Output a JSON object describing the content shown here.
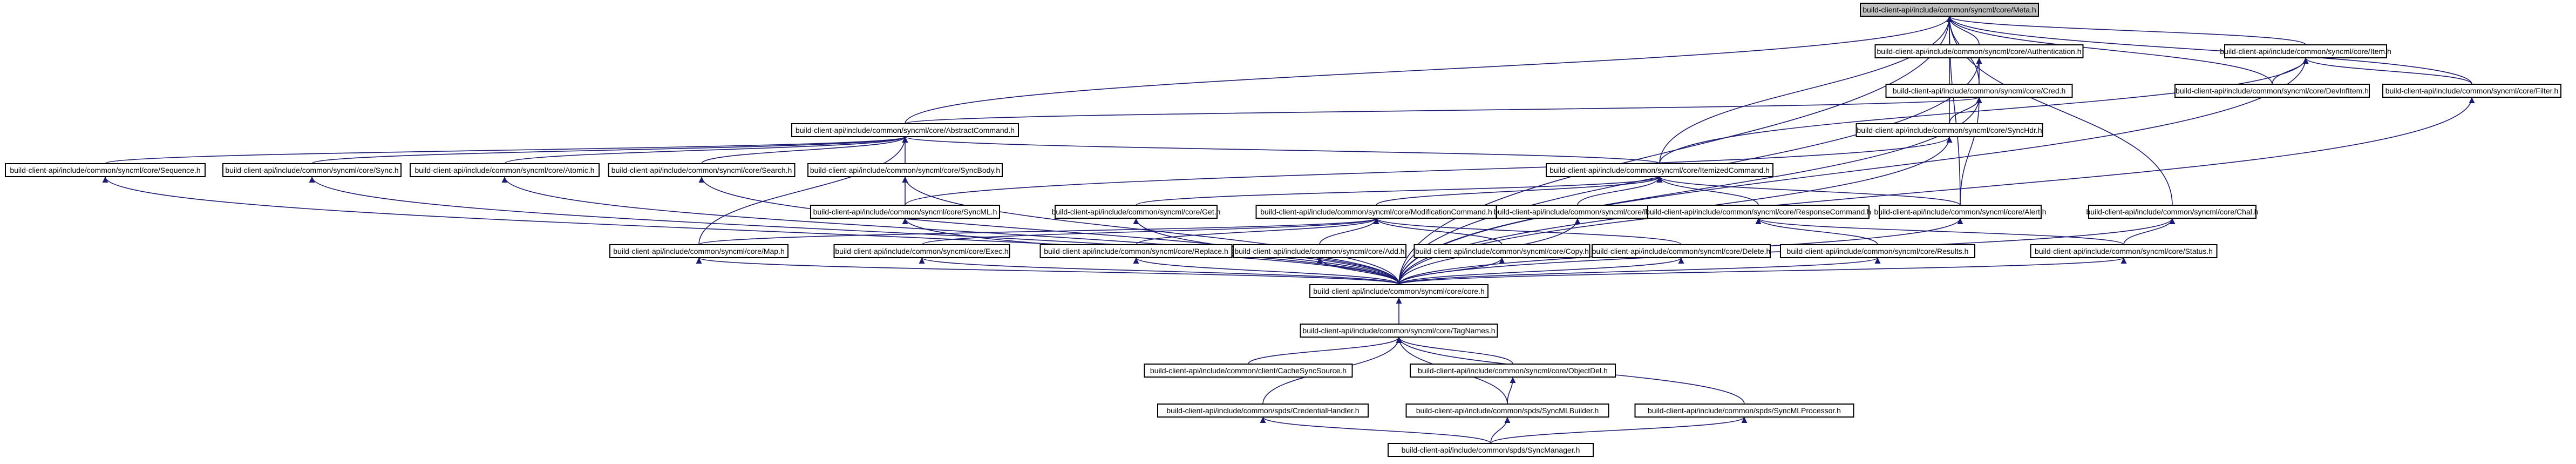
{
  "diagram": {
    "type": "include-dependency-graph",
    "root": "meta",
    "nodes": [
      {
        "id": "meta",
        "label": "build-client-api/include/common/syncml/core/Meta.h"
      },
      {
        "id": "auth",
        "label": "build-client-api/include/common/syncml/core/Authentication.h"
      },
      {
        "id": "item",
        "label": "build-client-api/include/common/syncml/core/Item.h"
      },
      {
        "id": "cred",
        "label": "build-client-api/include/common/syncml/core/Cred.h"
      },
      {
        "id": "devinfitem",
        "label": "build-client-api/include/common/syncml/core/DevInfItem.h"
      },
      {
        "id": "filter",
        "label": "build-client-api/include/common/syncml/core/Filter.h"
      },
      {
        "id": "abstractcmd",
        "label": "build-client-api/include/common/syncml/core/AbstractCommand.h"
      },
      {
        "id": "synchdr",
        "label": "build-client-api/include/common/syncml/core/SyncHdr.h"
      },
      {
        "id": "sequence",
        "label": "build-client-api/include/common/syncml/core/Sequence.h"
      },
      {
        "id": "sync",
        "label": "build-client-api/include/common/syncml/core/Sync.h"
      },
      {
        "id": "atomic",
        "label": "build-client-api/include/common/syncml/core/Atomic.h"
      },
      {
        "id": "search",
        "label": "build-client-api/include/common/syncml/core/Search.h"
      },
      {
        "id": "syncbody",
        "label": "build-client-api/include/common/syncml/core/SyncBody.h"
      },
      {
        "id": "itemizedcmd",
        "label": "build-client-api/include/common/syncml/core/ItemizedCommand.h"
      },
      {
        "id": "syncml",
        "label": "build-client-api/include/common/syncml/core/SyncML.h"
      },
      {
        "id": "get",
        "label": "build-client-api/include/common/syncml/core/Get.h"
      },
      {
        "id": "modcmd",
        "label": "build-client-api/include/common/syncml/core/ModificationCommand.h"
      },
      {
        "id": "put",
        "label": "build-client-api/include/common/syncml/core/Put.h"
      },
      {
        "id": "respcmd",
        "label": "build-client-api/include/common/syncml/core/ResponseCommand.h"
      },
      {
        "id": "alert",
        "label": "build-client-api/include/common/syncml/core/Alert.h"
      },
      {
        "id": "chal",
        "label": "build-client-api/include/common/syncml/core/Chal.h"
      },
      {
        "id": "map",
        "label": "build-client-api/include/common/syncml/core/Map.h"
      },
      {
        "id": "exec",
        "label": "build-client-api/include/common/syncml/core/Exec.h"
      },
      {
        "id": "replace",
        "label": "build-client-api/include/common/syncml/core/Replace.h"
      },
      {
        "id": "add",
        "label": "build-client-api/include/common/syncml/core/Add.h"
      },
      {
        "id": "copy",
        "label": "build-client-api/include/common/syncml/core/Copy.h"
      },
      {
        "id": "delete",
        "label": "build-client-api/include/common/syncml/core/Delete.h"
      },
      {
        "id": "results",
        "label": "build-client-api/include/common/syncml/core/Results.h"
      },
      {
        "id": "status",
        "label": "build-client-api/include/common/syncml/core/Status.h"
      },
      {
        "id": "core",
        "label": "build-client-api/include/common/syncml/core/core.h"
      },
      {
        "id": "tagnames",
        "label": "build-client-api/include/common/syncml/core/TagNames.h"
      },
      {
        "id": "cachesync",
        "label": "build-client-api/include/common/client/CacheSyncSource.h"
      },
      {
        "id": "objectdel",
        "label": "build-client-api/include/common/syncml/core/ObjectDel.h"
      },
      {
        "id": "credhandler",
        "label": "build-client-api/include/common/spds/CredentialHandler.h"
      },
      {
        "id": "smlbuilder",
        "label": "build-client-api/include/common/spds/SyncMLBuilder.h"
      },
      {
        "id": "smlprocessor",
        "label": "build-client-api/include/common/spds/SyncMLProcessor.h"
      },
      {
        "id": "syncmanager",
        "label": "build-client-api/include/common/spds/SyncManager.h"
      }
    ],
    "edges": [
      [
        "auth",
        "meta"
      ],
      [
        "item",
        "meta"
      ],
      [
        "cred",
        "meta"
      ],
      [
        "devinfitem",
        "meta"
      ],
      [
        "filter",
        "meta"
      ],
      [
        "abstractcmd",
        "meta"
      ],
      [
        "synchdr",
        "meta"
      ],
      [
        "itemizedcmd",
        "meta"
      ],
      [
        "alert",
        "meta"
      ],
      [
        "chal",
        "meta"
      ],
      [
        "core",
        "meta"
      ],
      [
        "cred",
        "auth"
      ],
      [
        "core",
        "auth"
      ],
      [
        "devinfitem",
        "item"
      ],
      [
        "filter",
        "item"
      ],
      [
        "itemizedcmd",
        "item"
      ],
      [
        "core",
        "item"
      ],
      [
        "abstractcmd",
        "cred"
      ],
      [
        "synchdr",
        "cred"
      ],
      [
        "alert",
        "cred"
      ],
      [
        "core",
        "cred"
      ],
      [
        "core",
        "filter"
      ],
      [
        "sequence",
        "abstractcmd"
      ],
      [
        "sync",
        "abstractcmd"
      ],
      [
        "atomic",
        "abstractcmd"
      ],
      [
        "search",
        "abstractcmd"
      ],
      [
        "syncbody",
        "abstractcmd"
      ],
      [
        "itemizedcmd",
        "abstractcmd"
      ],
      [
        "map",
        "abstractcmd"
      ],
      [
        "syncml",
        "synchdr"
      ],
      [
        "core",
        "synchdr"
      ],
      [
        "core",
        "sequence"
      ],
      [
        "core",
        "sync"
      ],
      [
        "core",
        "atomic"
      ],
      [
        "core",
        "search"
      ],
      [
        "syncml",
        "syncbody"
      ],
      [
        "core",
        "syncbody"
      ],
      [
        "get",
        "itemizedcmd"
      ],
      [
        "modcmd",
        "itemizedcmd"
      ],
      [
        "put",
        "itemizedcmd"
      ],
      [
        "respcmd",
        "itemizedcmd"
      ],
      [
        "alert",
        "itemizedcmd"
      ],
      [
        "core",
        "syncml"
      ],
      [
        "core",
        "get"
      ],
      [
        "exec",
        "modcmd"
      ],
      [
        "replace",
        "modcmd"
      ],
      [
        "add",
        "modcmd"
      ],
      [
        "copy",
        "modcmd"
      ],
      [
        "delete",
        "modcmd"
      ],
      [
        "map",
        "modcmd"
      ],
      [
        "core",
        "put"
      ],
      [
        "results",
        "respcmd"
      ],
      [
        "status",
        "respcmd"
      ],
      [
        "core",
        "alert"
      ],
      [
        "status",
        "chal"
      ],
      [
        "core",
        "chal"
      ],
      [
        "core",
        "map"
      ],
      [
        "core",
        "exec"
      ],
      [
        "core",
        "replace"
      ],
      [
        "core",
        "add"
      ],
      [
        "core",
        "copy"
      ],
      [
        "core",
        "delete"
      ],
      [
        "core",
        "results"
      ],
      [
        "core",
        "status"
      ],
      [
        "tagnames",
        "core"
      ],
      [
        "cachesync",
        "tagnames"
      ],
      [
        "objectdel",
        "tagnames"
      ],
      [
        "credhandler",
        "tagnames"
      ],
      [
        "smlbuilder",
        "tagnames"
      ],
      [
        "smlprocessor",
        "tagnames"
      ],
      [
        "smlbuilder",
        "objectdel"
      ],
      [
        "syncmanager",
        "credhandler"
      ],
      [
        "syncmanager",
        "smlbuilder"
      ],
      [
        "syncmanager",
        "smlprocessor"
      ]
    ]
  }
}
